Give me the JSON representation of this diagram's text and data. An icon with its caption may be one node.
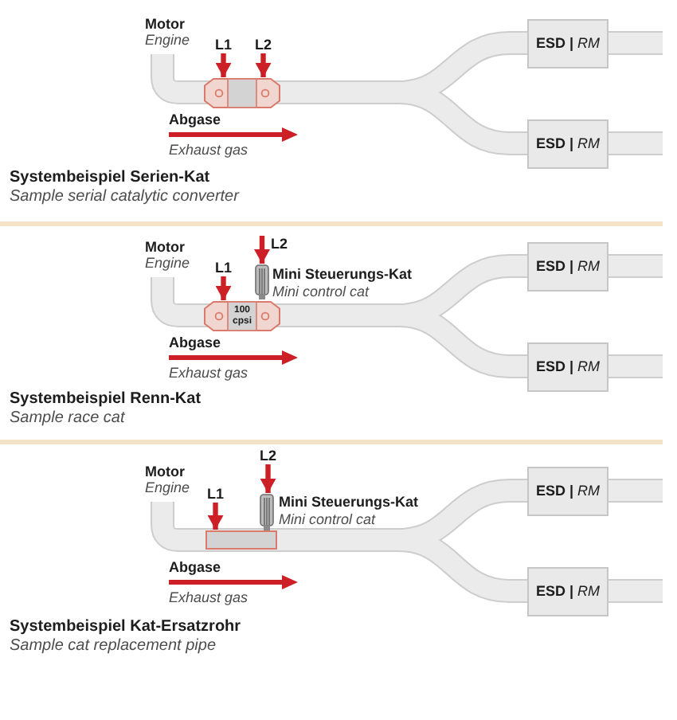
{
  "diagram": {
    "nodes": [
      {
        "text": [
          "L1"
        ]
      },
      {
        "text": [
          "L2"
        ]
      },
      {
        "text": [],
        "shape": "hexagon"
      },
      {
        "text": [
          "**ESD |** *RM*"
        ]
      },
      {
        "text": [
          "**ESD |** *RM*"
        ]
      },
      {
        "text": [
          "L2"
        ]
      },
      {
        "text": [],
        "shape": "cylinder",
        "beside": [
          "Mini Steuerungs-Kat",
          "Mini control cat"
        ]
      },
      {
        "text": [
          "L1"
        ]
      },
      {
        "text": [
          "100 cpsi"
        ]
      },
      {
        "text": [
          "**ESD |** *RM*"
        ]
      },
      {
        "text": [
          "**ESD |** *RM*"
        ]
      },
      {
        "text": [
          "L2"
        ]
      },
      {
        "text": [],
        "shape": "cylinder",
        "beside": [
          "Mini Steuerungs-Kat",
          "Mini control cat"
        ]
      },
      {
        "text": [
          "L1"
        ]
      },
      {
        "text": [],
        "shape": "box"
      },
      {
        "text": [
          "**ESD |** *RM*"
        ]
      },
      {
        "text": [
          "**ESD |** *RM*"
        ]
      }
    ],
    "edges": [
      {
        "from": 0,
        "to": 2,
        "arrow": "to"
      },
      {
        "from": 1,
        "to": 2,
        "arrow": "to"
      },
      {
        "from": 5,
        "to": 6,
        "arrow": "to"
      },
      {
        "from": 7,
        "to": 8,
        "arrow": "to"
      },
      {
        "from": 11,
        "to": 12,
        "arrow": "to"
      },
      {
        "from": 13,
        "to": 14,
        "arrow": "to"
      }
    ],
    "labels": [
      "Motor",
      "Engine",
      "Abgase",
      "Exhaust gas",
      "Systembeispiel Serien-Kat",
      "Sample serial catalytic converter",
      "Motor",
      "Engine",
      "Abgase",
      "Exhaust gas",
      "Systembeispiel Renn-Kat",
      "Sample race cat",
      "Motor",
      "Engine",
      "Abgase",
      "Exhaust gas",
      "Systembeispiel Kat-Ersatzrohr",
      "Sample cat replacement pipe"
    ]
  }
}
